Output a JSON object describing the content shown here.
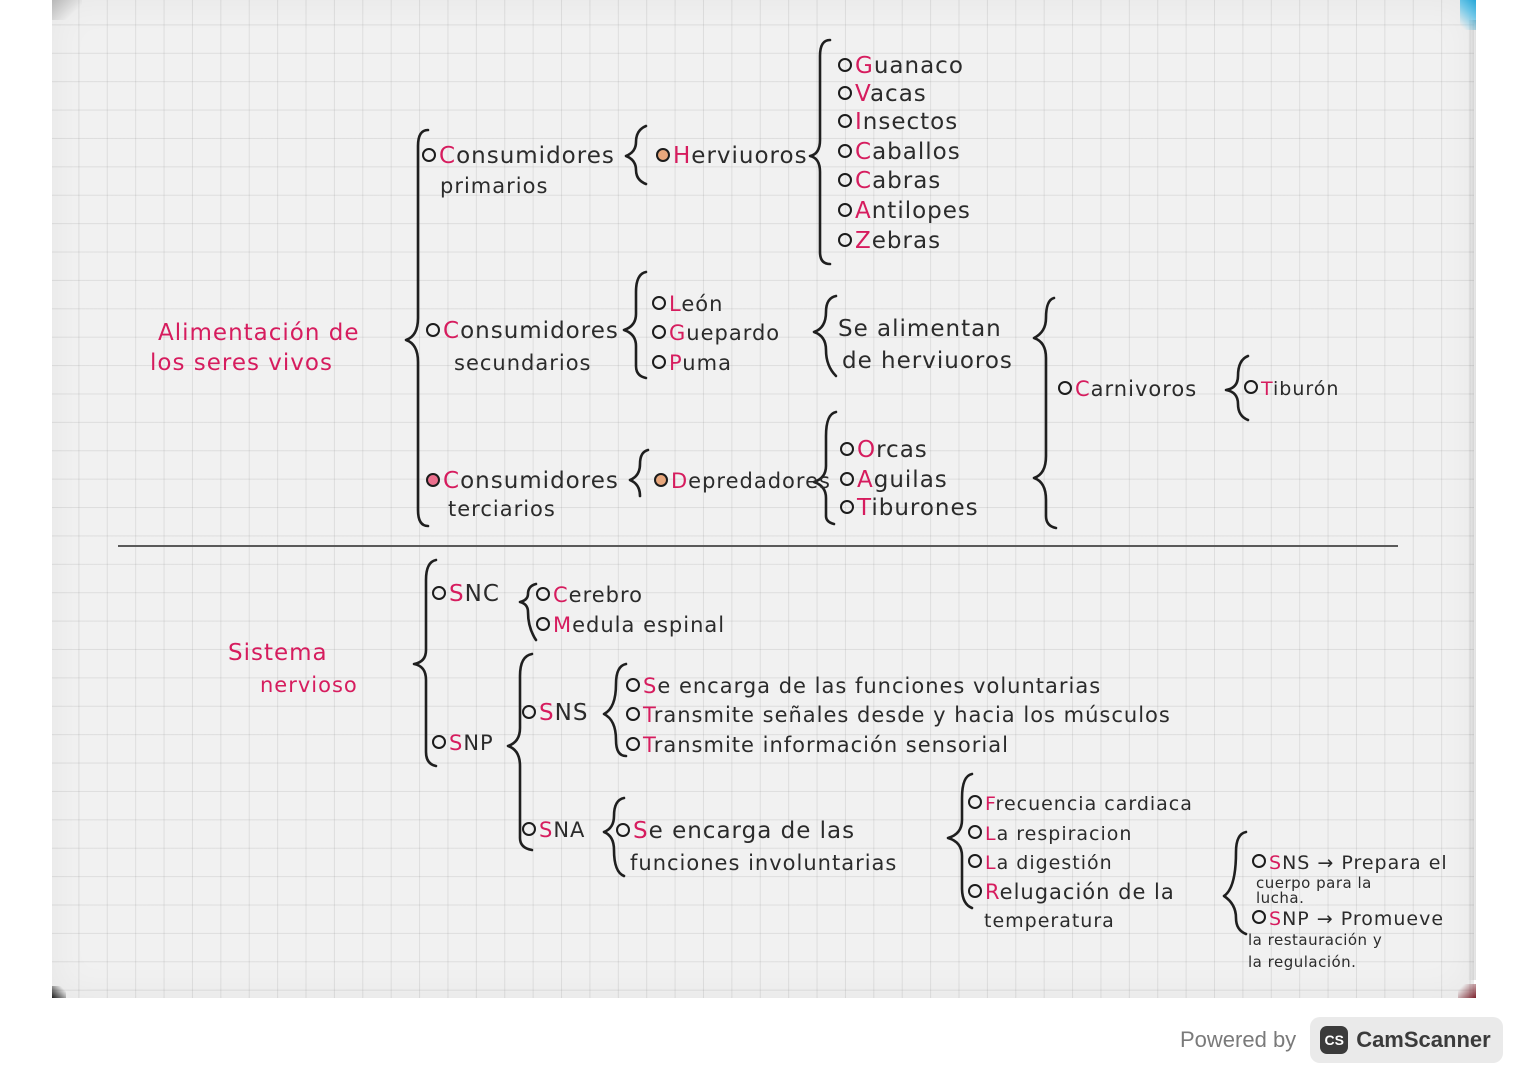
{
  "map1": {
    "title_line1": "Alimentación de",
    "title_line2": "los seres vivos",
    "primarios": {
      "line1": "Consumidores",
      "line2": "primarios",
      "group": "Herviuoros",
      "items": [
        "Guanaco",
        "Vacas",
        "Insectos",
        "Caballos",
        "Cabras",
        "Antilopes",
        "Zebras"
      ]
    },
    "secundarios": {
      "line1": "Consumidores",
      "line2": "secundarios",
      "items": [
        "León",
        "Guepardo",
        "Puma"
      ],
      "note_line1": "Se alimentan",
      "note_line2": "de herviuoros"
    },
    "terciarios": {
      "line1": "Consumidores",
      "line2": "terciarios",
      "group": "Depredadores",
      "items": [
        "Orcas",
        "Aguilas",
        "Tiburones"
      ]
    },
    "carnivoros": "Carnivoros",
    "tiburon": "Tiburón"
  },
  "map2": {
    "title_line1": "Sistema",
    "title_line2": "nervioso",
    "snc": {
      "label": "SNC",
      "items": [
        "Cerebro",
        "Medula espinal"
      ]
    },
    "snp": {
      "label": "SNP",
      "sns": {
        "label": "SNS",
        "items": [
          "Se encarga de las funciones voluntarias",
          "Transmite señales desde y hacia los músculos",
          "Transmite información sensorial"
        ]
      },
      "sna": {
        "label": "SNA",
        "desc_line1": "Se encarga de las",
        "desc_line2": "funciones involuntarias",
        "items": [
          "Frecuencia cardiaca",
          "La respiracion",
          "La digestión",
          "Relugación de la"
        ],
        "item4_line2": "temperatura",
        "sub": {
          "sns_line1": "SNS → Prepara el",
          "sns_line2": "cuerpo para la",
          "sns_line3": "lucha.",
          "snp_line1": "SNP → Promueve",
          "snp_line2": "la restauración y",
          "snp_line3": "la regulación."
        }
      }
    }
  },
  "footer": {
    "powered_by": "Powered by",
    "logo_mark": "CS",
    "brand": "CamScanner"
  },
  "colors": {
    "ink": "#2b2b2b",
    "accent_pink": "#d61c5e",
    "bullet_fill": "#e8a77c"
  }
}
